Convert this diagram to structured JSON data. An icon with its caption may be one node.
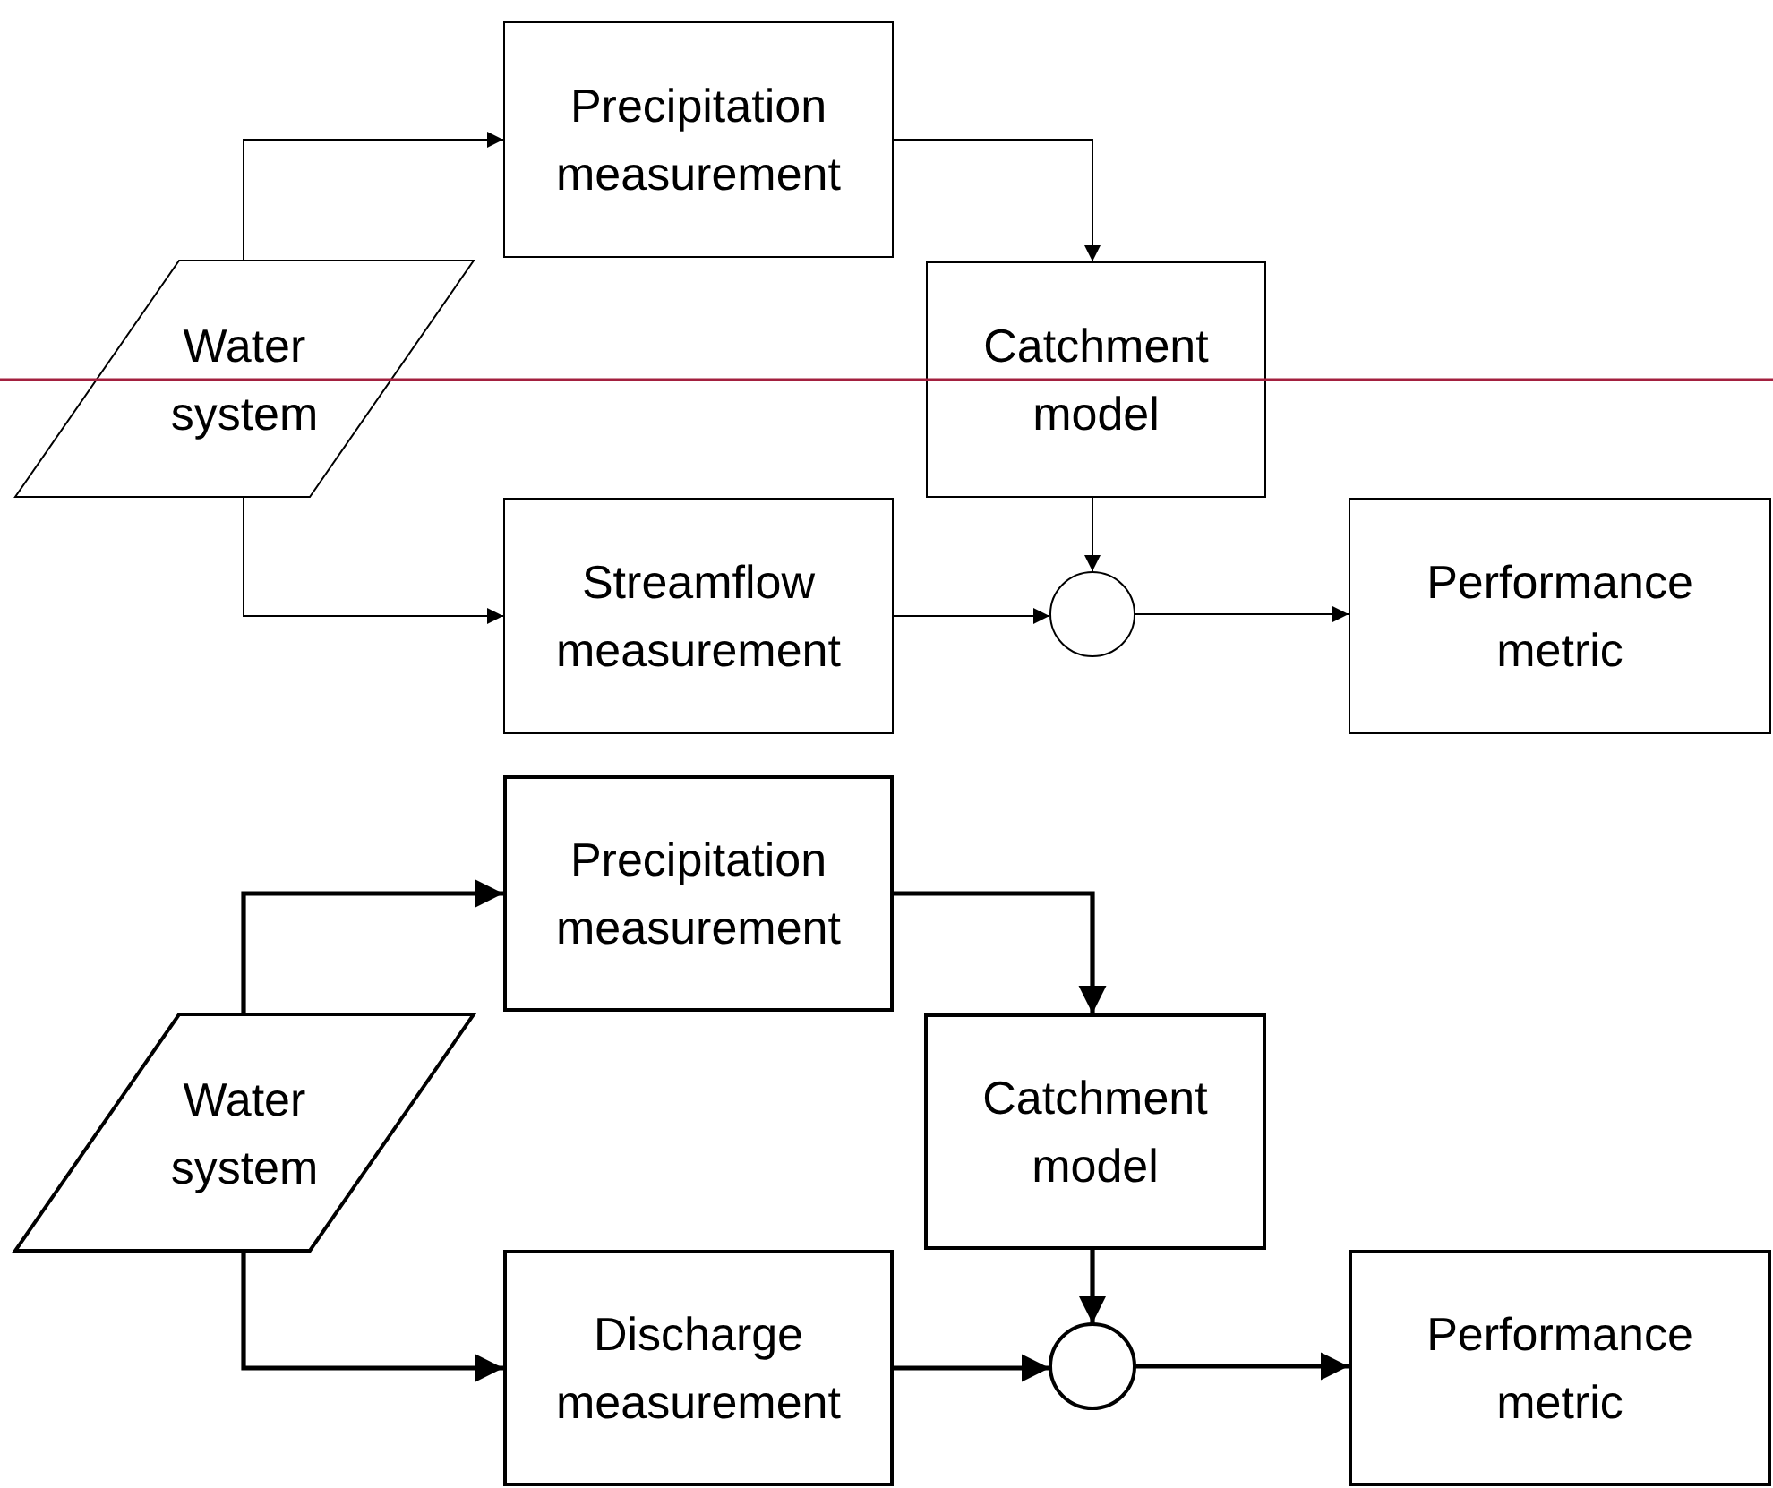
{
  "diagram": {
    "nodes": [
      {
        "text": [
          "Water system"
        ]
      },
      {
        "text": [
          "Precipitation measurement"
        ]
      },
      {
        "text": [
          "Catchment model"
        ]
      },
      {
        "text": [
          "Streamflow measurement"
        ]
      },
      {
        "text": [],
        "shape": "circle"
      },
      {
        "text": [
          "Performance metric"
        ]
      },
      {
        "text": [
          "Water system"
        ]
      },
      {
        "text": [
          "Precipitation measurement"
        ]
      },
      {
        "text": [
          "Catchment model"
        ]
      },
      {
        "text": [
          "Discharge measurement"
        ]
      },
      {
        "text": [],
        "shape": "circle"
      },
      {
        "text": [
          "Performance metric"
        ]
      }
    ],
    "edges": [
      {
        "from": 0,
        "to": 1,
        "arrow": "to"
      },
      {
        "from": 0,
        "to": 3,
        "arrow": "to"
      },
      {
        "from": 1,
        "to": 2,
        "arrow": "to"
      },
      {
        "from": 2,
        "to": 4,
        "arrow": "to"
      },
      {
        "from": 3,
        "to": 4,
        "arrow": "to"
      },
      {
        "from": 4,
        "to": 5,
        "arrow": "to"
      },
      {
        "from": 6,
        "to": 7,
        "arrow": "to",
        "style": "thick"
      },
      {
        "from": 6,
        "to": 9,
        "arrow": "to",
        "style": "thick"
      },
      {
        "from": 7,
        "to": 8,
        "arrow": "to",
        "style": "thick"
      },
      {
        "from": 8,
        "to": 10,
        "arrow": "to",
        "style": "thick"
      },
      {
        "from": 9,
        "to": 10,
        "arrow": "to",
        "style": "thick"
      },
      {
        "from": 10,
        "to": 11,
        "arrow": "to",
        "style": "thick"
      }
    ]
  }
}
